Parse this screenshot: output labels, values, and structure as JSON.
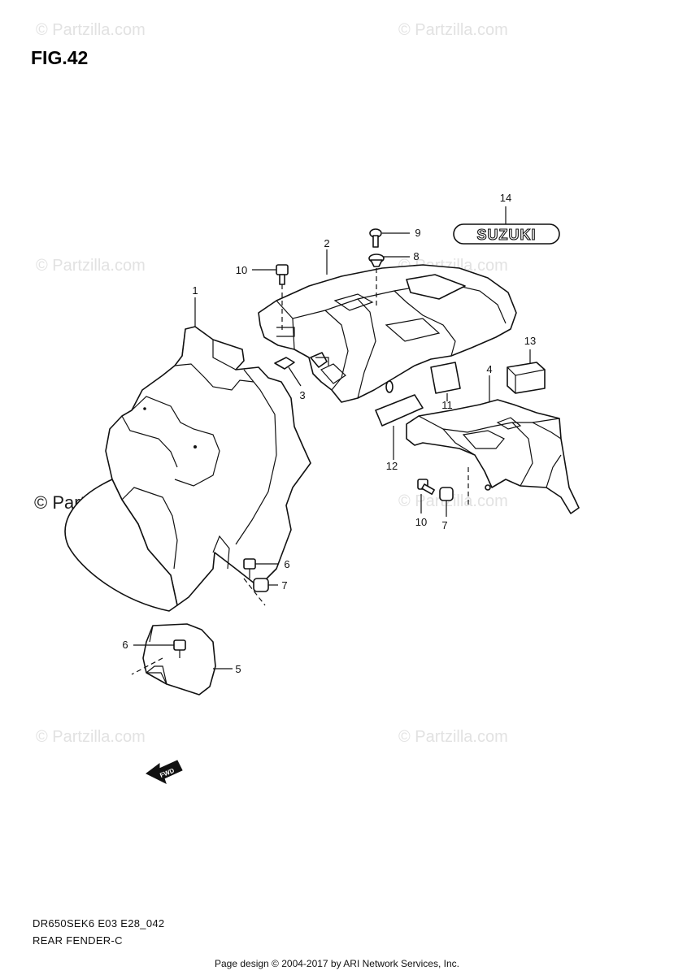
{
  "figure": {
    "title": "FIG.42"
  },
  "watermarks": [
    "© Partzilla.com",
    "© Partzilla.com",
    "© Partzilla.com",
    "© Partzilla.com",
    "© Partzilla.com",
    "© Partzilla.com",
    "© Partzilla.com",
    "© Partzilla.com"
  ],
  "callouts": {
    "c1": "1",
    "c2": "2",
    "c3": "3",
    "c4": "4",
    "c5": "5",
    "c6a": "6",
    "c6b": "6",
    "c7a": "7",
    "c7b": "7",
    "c8": "8",
    "c9": "9",
    "c10a": "10",
    "c10b": "10",
    "c11": "11",
    "c12": "12",
    "c13": "13",
    "c14": "14"
  },
  "emblem": {
    "text": "SUZUKI"
  },
  "fwd_arrow": {
    "text": "FWD"
  },
  "diagram_code": "DR650SEK6 E03 E28_042",
  "diagram_name": "REAR FENDER-C",
  "footer": "Page design © 2004-2017 by ARI Network Services, Inc."
}
